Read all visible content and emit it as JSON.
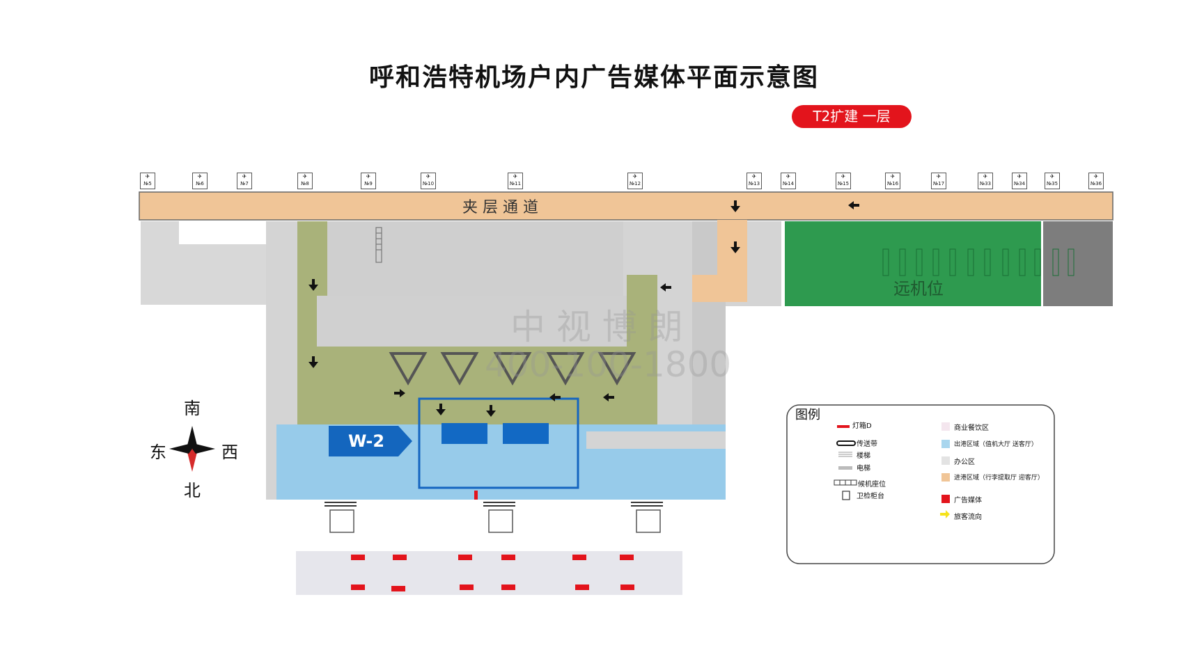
{
  "title": "呼和浩特机场户内广告媒体平面示意图",
  "floor_badge": "T2扩建 一层",
  "gates": [
    "№5",
    "№6",
    "№7",
    "№8",
    "№9",
    "№10",
    "№11",
    "№12",
    "№13",
    "№14",
    "№15",
    "№16",
    "№17",
    "№33",
    "№34",
    "№35",
    "№36"
  ],
  "zones": {
    "mezzanine": "夹 层 通 道",
    "remote_stands": "远机位"
  },
  "media_tag": "W-2",
  "watermark": {
    "name": "中 视 博 朗",
    "phone": "400-100-1800"
  },
  "compass": {
    "north": "北",
    "south": "南",
    "east": "东",
    "west": "西"
  },
  "legend": {
    "title": "图例",
    "items": [
      {
        "label": "灯箱D",
        "icon": "lightbox-icon",
        "color": "#e3141c"
      },
      {
        "label": "传送带",
        "icon": "conveyor-icon",
        "color": "#111111"
      },
      {
        "label": "楼梯",
        "icon": "stairs-icon",
        "color": "#999999"
      },
      {
        "label": "电梯",
        "icon": "elevator-icon",
        "color": "#bbbbbb"
      },
      {
        "label": "候机座位",
        "icon": "seat-icon",
        "color": "#333333"
      },
      {
        "label": "卫检柜台",
        "icon": "counter-icon",
        "color": "#333333"
      },
      {
        "label": "商业餐饮区",
        "icon": "swatch-icon",
        "color": "#f4e6ee"
      },
      {
        "label": "出港区域（值机大厅 送客厅）",
        "icon": "swatch-icon",
        "color": "#a9d6ee"
      },
      {
        "label": "办公区",
        "icon": "swatch-icon",
        "color": "#e3e3e3"
      },
      {
        "label": "进港区域（行李提取厅 迎客厅）",
        "icon": "swatch-icon",
        "color": "#f0c597"
      },
      {
        "label": "广告媒体",
        "icon": "swatch-icon",
        "color": "#e3141c"
      },
      {
        "label": "旅客流向",
        "icon": "arrow-icon",
        "color": "#f5e21b"
      }
    ]
  }
}
